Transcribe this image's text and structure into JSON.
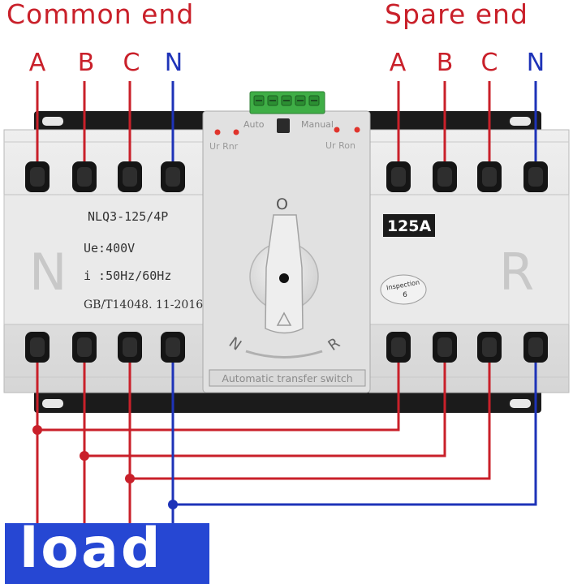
{
  "headings": {
    "common_end": "Common end",
    "spare_end": "Spare end"
  },
  "phases": {
    "common": [
      "A",
      "B",
      "C",
      "N"
    ],
    "spare": [
      "A",
      "B",
      "C",
      "N"
    ]
  },
  "switch": {
    "model": "NLQ3-125/4P",
    "voltage": "Ue:400V",
    "frequency": "i :50Hz/60Hz",
    "standard": "GB/T14048. 11-2016",
    "rating": "125A",
    "left_letter": "N",
    "right_letter": "R",
    "mode_auto": "Auto",
    "mode_manual": "Manual",
    "led_left": "Ur Rnr",
    "led_right": "Ur Ron",
    "dial_top": "O",
    "dial_left": "N",
    "dial_right": "R",
    "inspection_line1": "Inspection",
    "inspection_line2": "6",
    "footer_label": "Automatic transfer switch"
  },
  "load_label": "load",
  "colors": {
    "phase_wire": "#c9202a",
    "neutral_wire": "#1e33b8",
    "load_box": "#2647d3",
    "switch_body": "#e5e5e5"
  }
}
